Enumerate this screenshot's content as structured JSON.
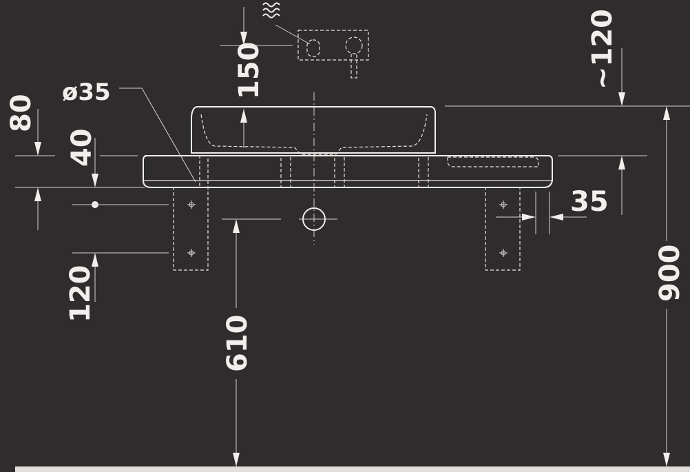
{
  "colors": {
    "background": "#2e2c2c",
    "line": "#e9e4e2",
    "floor": "#e4dedc"
  },
  "icons": {
    "water_supply": "water-waves-icon"
  },
  "dimensions": {
    "diameter_35": "ø35",
    "d150": "150",
    "d120_approx": "~120",
    "d80": "80",
    "d40": "40",
    "d35": "35",
    "d120": "120",
    "d610": "610",
    "d900": "900"
  }
}
